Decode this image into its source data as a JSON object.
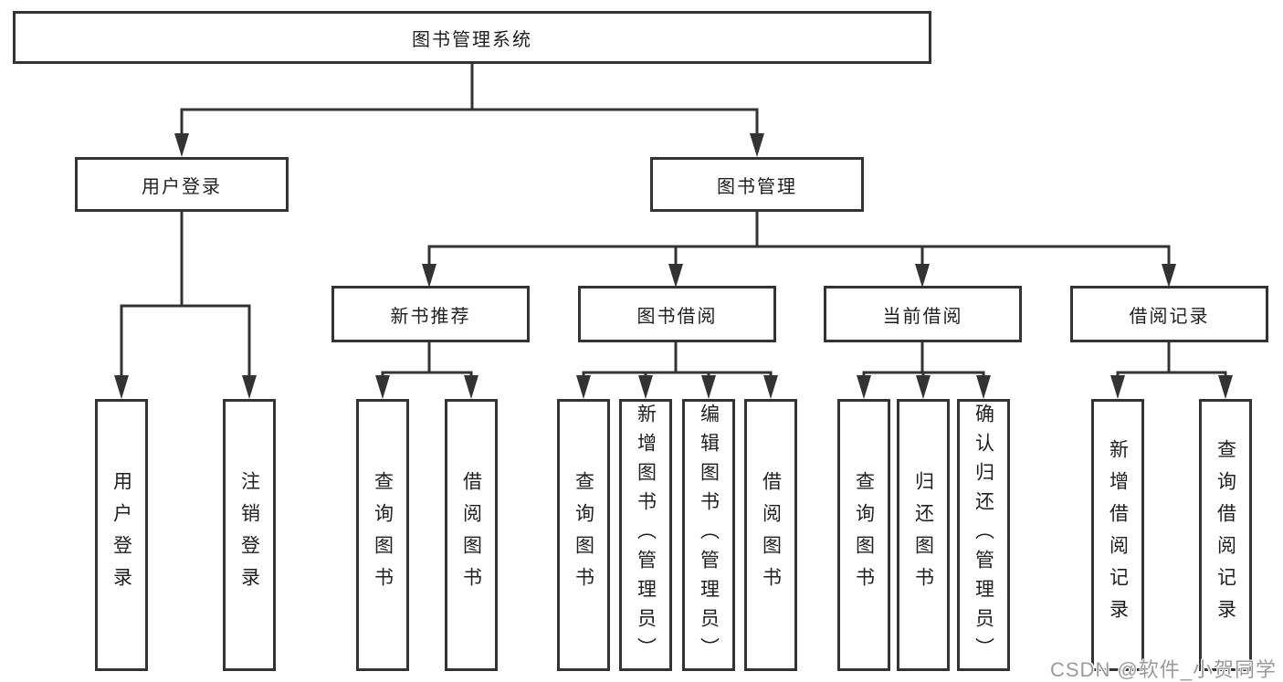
{
  "tree": {
    "label": "图书管理系统",
    "children": [
      {
        "label": "用户登录",
        "children": [
          {
            "label": "用户登录"
          },
          {
            "label": "注销登录"
          }
        ]
      },
      {
        "label": "图书管理",
        "children": [
          {
            "label": "新书推荐",
            "children": [
              {
                "label": "查询图书"
              },
              {
                "label": "借阅图书"
              }
            ]
          },
          {
            "label": "图书借阅",
            "children": [
              {
                "label": "查询图书"
              },
              {
                "label": "新增图书（管理员）"
              },
              {
                "label": "编辑图书（管理员）"
              },
              {
                "label": "借阅图书"
              }
            ]
          },
          {
            "label": "当前借阅",
            "children": [
              {
                "label": "查询图书"
              },
              {
                "label": "归还图书"
              },
              {
                "label": "确认归还（管理员）"
              }
            ]
          },
          {
            "label": "借阅记录",
            "children": [
              {
                "label": "新增借阅记录"
              },
              {
                "label": "查询借阅记录"
              }
            ]
          }
        ]
      }
    ]
  },
  "watermark": {
    "text": "CSDN @软件_小贺同学",
    "color": "#9b9b9b"
  },
  "colors": {
    "line": "#333333",
    "text": "#1f1f1f",
    "background": "#ffffff"
  }
}
